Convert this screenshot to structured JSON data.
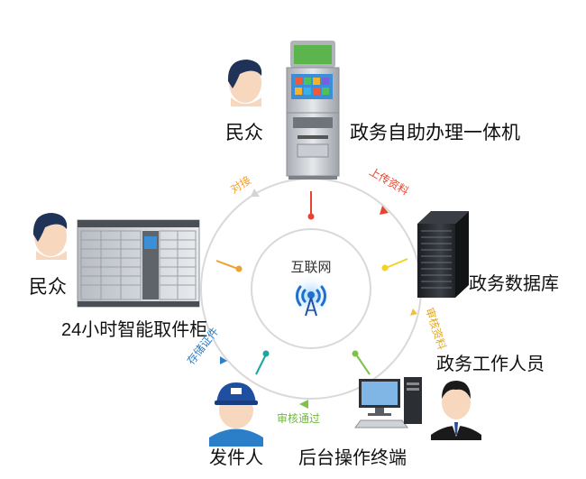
{
  "center": {
    "label": "互联网"
  },
  "nodes": {
    "top_citizen": "民众",
    "kiosk": "政务自助办理一体机",
    "database": "政务数据库",
    "staff": "政务工作人员",
    "backend": "后台操作终端",
    "sender": "发件人",
    "left_citizen": "民众",
    "locker": "24小时智能取件柜"
  },
  "arc_labels": {
    "dock": "对接",
    "upload": "上传资料",
    "review_material": "审核资料",
    "approved": "审核通过",
    "store_cert": "存储证件"
  },
  "colors": {
    "ring": "#d9d9d9",
    "red": "#e8432e",
    "orange": "#f0a030",
    "yellow": "#f5d21e",
    "green": "#7ec24a",
    "teal": "#1aa7a0",
    "blue": "#2a7fc8",
    "navy": "#1f4fa0"
  }
}
